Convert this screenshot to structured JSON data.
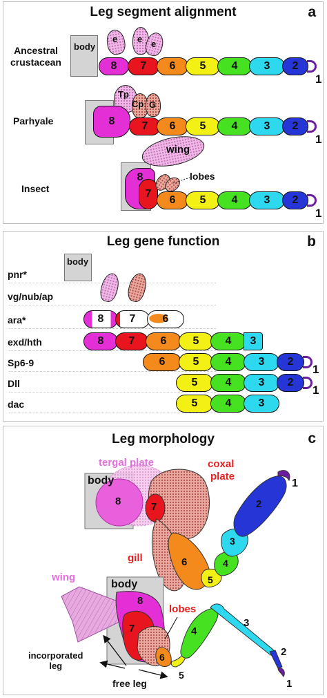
{
  "panel_a": {
    "title": "Leg segment alignment",
    "letter": "a",
    "rows": [
      {
        "label_line1": "Ancestral",
        "label_line2": "crustacean",
        "body_label": "body",
        "lobes": [
          "e",
          "e",
          "e"
        ]
      },
      {
        "label": "Parhyale",
        "lobes": [
          "Tp",
          "Cp",
          "G"
        ]
      },
      {
        "label": "Insect",
        "wing_label": "wing",
        "lobes_label": "lobes"
      }
    ]
  },
  "panel_b": {
    "title": "Leg gene function",
    "letter": "b",
    "body_label": "body",
    "genes": [
      "pnr*",
      "vg/nub/ap",
      "ara*",
      "exd/hth",
      "Sp6-9",
      "Dll",
      "dac"
    ]
  },
  "panel_c": {
    "title": "Leg morphology",
    "letter": "c",
    "labels": {
      "tergal_plate": "tergal plate",
      "coxal_plate_1": "coxal",
      "coxal_plate_2": "plate",
      "body": "body",
      "gill": "gill",
      "wing": "wing",
      "lobes": "lobes",
      "incorporated_1": "incorporated",
      "incorporated_2": "leg",
      "free_leg": "free leg"
    }
  },
  "segments": {
    "s8": "8",
    "s7": "7",
    "s6": "6",
    "s5": "5",
    "s4": "4",
    "s3": "3",
    "s2": "2",
    "s1": "1"
  },
  "colors": {
    "seg8": "#e42fd6",
    "seg7": "#e8141e",
    "seg6": "#f48a1c",
    "seg5": "#f3f016",
    "seg4": "#46e222",
    "seg3": "#2ed8ef",
    "seg2": "#2535d6",
    "claw": "#6b1e9e",
    "body_box": "#d4d4d4"
  }
}
